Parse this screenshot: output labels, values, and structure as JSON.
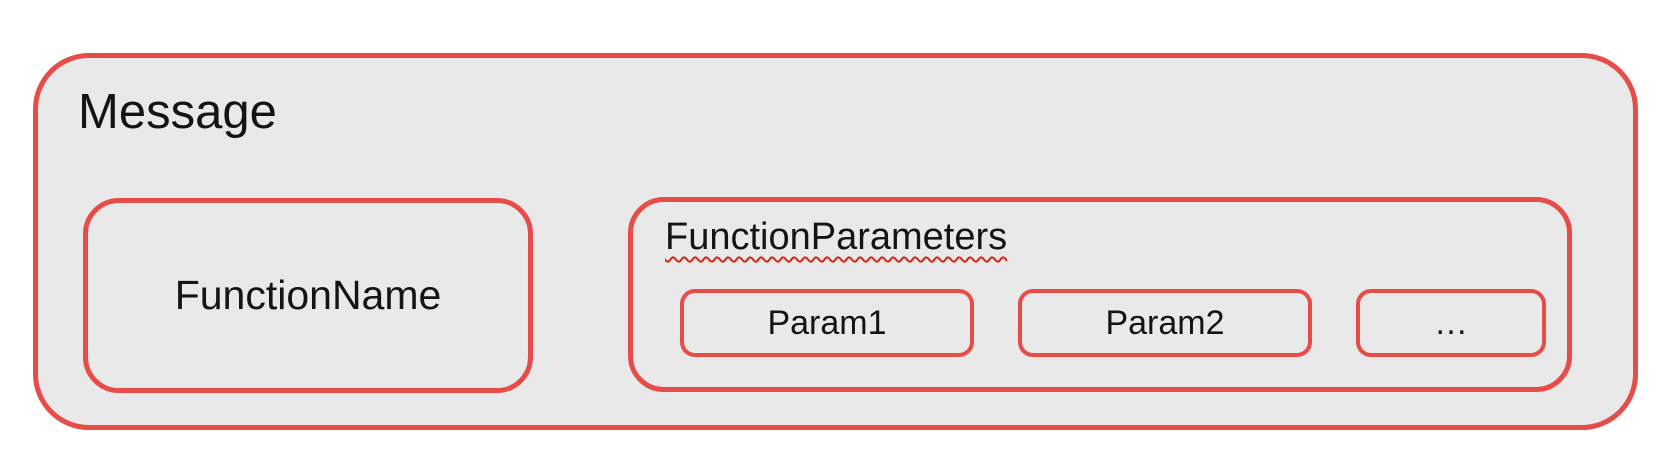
{
  "colors": {
    "border_red": "#e74c48",
    "squiggle_red": "#d2281e",
    "fill_gray": "#e9e9e9",
    "text_black": "#141414",
    "background": "#ffffff"
  },
  "diagram": {
    "message": {
      "label": "Message"
    },
    "function_name": {
      "label": "FunctionName"
    },
    "function_parameters": {
      "label": "FunctionParameters",
      "params": [
        {
          "label": "Param1"
        },
        {
          "label": "Param2"
        },
        {
          "label": "…"
        }
      ]
    }
  }
}
